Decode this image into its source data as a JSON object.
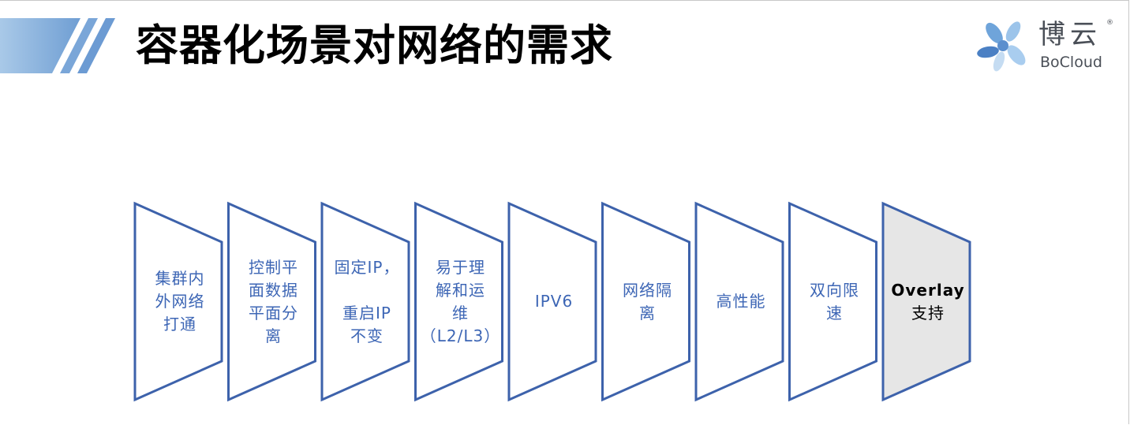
{
  "header": {
    "title": "容器化场景对网络的需求"
  },
  "logo": {
    "name_cn": "博云",
    "name_en": "BoCloud",
    "registered_mark": "®"
  },
  "colors": {
    "step_stroke": "#3d62ab",
    "step_fill": "#ffffff",
    "highlight_fill": "#e6e6e6",
    "label_text": "#3d66b5",
    "highlight_text": "#000000"
  },
  "steps": [
    {
      "lines": [
        "集群内",
        "外网络",
        "打通"
      ],
      "highlighted": false
    },
    {
      "lines": [
        "控制平",
        "面数据",
        "平面分",
        "离"
      ],
      "highlighted": false
    },
    {
      "lines": [
        "固定IP，",
        "",
        "重启IP",
        "不变"
      ],
      "highlighted": false
    },
    {
      "lines": [
        "易于理",
        "解和运",
        "维",
        "（L2/L3）"
      ],
      "highlighted": false
    },
    {
      "lines": [
        "IPV6"
      ],
      "highlighted": false
    },
    {
      "lines": [
        "网络隔",
        "离"
      ],
      "highlighted": false
    },
    {
      "lines": [
        "高性能"
      ],
      "highlighted": false
    },
    {
      "lines": [
        "双向限",
        "速"
      ],
      "highlighted": false
    },
    {
      "lines": [
        "Overlay",
        "支持"
      ],
      "highlighted": true
    }
  ]
}
